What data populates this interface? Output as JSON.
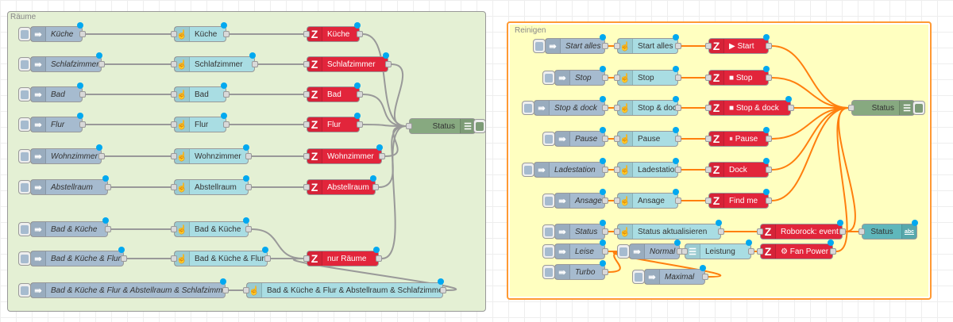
{
  "colors": {
    "inject": "#a6bbcf",
    "button": "#a9dde3",
    "zwave": "#e2253b",
    "debug": "#87a980",
    "text": "#5fb7bb",
    "template": "#a9dde3",
    "wire_grey": "#999999",
    "wire_orange": "#ff7f0e",
    "group_left": "#e4f0d4",
    "group_right": "#ffffc0",
    "group_right_border": "#ff9933",
    "status_dot": "#00a8f0"
  },
  "left": {
    "title": "Räume",
    "injects": [
      "Küche",
      "Schlafzimmer",
      "Bad",
      "Flur",
      "Wohnzimmer",
      "Abstellraum",
      "Bad & Küche",
      "Bad & Küche & Flur",
      "Bad & Küche & Flur & Abstellraum & Schlafzimmer"
    ],
    "buttons": [
      "Küche",
      "Schlafzimmer",
      "Bad",
      "Flur",
      "Wohnzimmer",
      "Abstellraum",
      "Bad & Küche",
      "Bad & Küche & Flur",
      "Bad & Küche & Flur & Abstellraum & Schlafzimmer"
    ],
    "actions": [
      "Küche",
      "Schlafzimmer",
      "Bad",
      "Flur",
      "Wohnzimmer",
      "Abstellraum",
      "nur Räume"
    ],
    "debug": "Status"
  },
  "right": {
    "title": "Reinigen",
    "injects": [
      "Start alles",
      "Stop",
      "Stop & dock",
      "Pause",
      "Ladestation",
      "Ansage",
      "Status",
      "Leise",
      "Turbo",
      "Normal",
      "Maximal"
    ],
    "buttons": [
      "Start alles",
      "Stop",
      "Stop & dock",
      "Pause",
      "Ladestation",
      "Ansage",
      "Status aktualisieren"
    ],
    "actions": [
      "▶ Start",
      "■ Stop",
      "■ Stop & dock",
      "⏸ Pause",
      "Dock",
      "Find me",
      "Roborock: event",
      "⚙ Fan Power"
    ],
    "template": "Leistung",
    "debug": "Status",
    "text": "Status",
    "text_icon": "abc"
  }
}
